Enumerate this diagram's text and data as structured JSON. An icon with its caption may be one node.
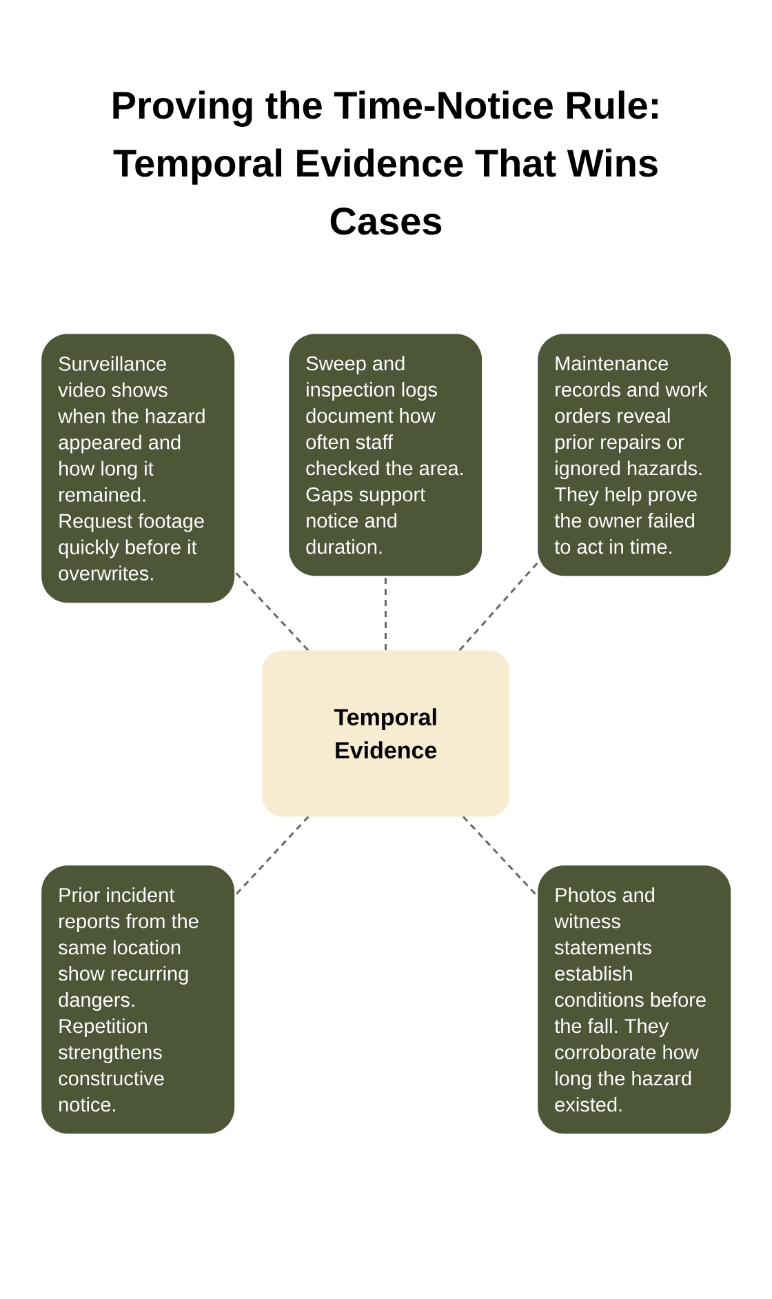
{
  "diagram": {
    "title": "Proving the Time-Notice Rule: Temporal Evidence That Wins Cases",
    "nodes": [
      {
        "text": [
          "Surveillance video shows when the hazard appeared and how long it remained. Request footage quickly before it overwrites."
        ]
      },
      {
        "text": [
          "Sweep and inspection logs document how often staff checked the area. Gaps support notice and duration."
        ]
      },
      {
        "text": [
          "Maintenance records and work orders reveal prior repairs or ignored hazards. They help prove the owner failed to act in time."
        ]
      },
      {
        "text": [
          "Temporal Evidence"
        ]
      },
      {
        "text": [
          "Prior incident reports from the same location show recurring dangers. Repetition strengthens constructive notice."
        ]
      },
      {
        "text": [
          "Photos and witness statements establish conditions before the fall. They corroborate how long the hazard existed."
        ]
      }
    ],
    "edges": [
      {
        "from": 3,
        "to": 0,
        "arrow": "none",
        "style": "dashed"
      },
      {
        "from": 3,
        "to": 1,
        "arrow": "none",
        "style": "dashed"
      },
      {
        "from": 3,
        "to": 2,
        "arrow": "none",
        "style": "dashed"
      },
      {
        "from": 3,
        "to": 4,
        "arrow": "none",
        "style": "dashed"
      },
      {
        "from": 3,
        "to": 5,
        "arrow": "none",
        "style": "dashed"
      }
    ]
  }
}
